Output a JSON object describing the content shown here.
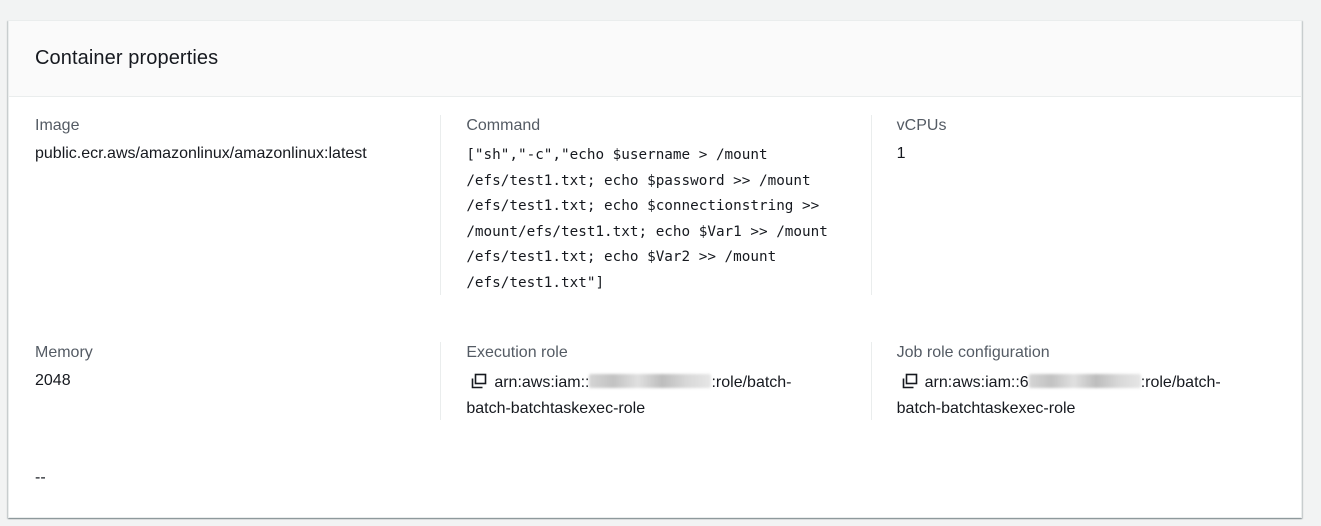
{
  "panel": {
    "title": "Container properties"
  },
  "image": {
    "label": "Image",
    "value": "public.ecr.aws/amazonlinux/amazonlinux:latest"
  },
  "command": {
    "label": "Command",
    "lines": [
      "[\"sh\",\"-c\",\"echo $username > /mount",
      "/efs/test1.txt; echo $password >> /mount",
      "/efs/test1.txt; echo $connectionstring >>",
      "/mount/efs/test1.txt; echo $Var1 >> /mount",
      "/efs/test1.txt; echo $Var2 >> /mount",
      "/efs/test1.txt\"]"
    ]
  },
  "vcpus": {
    "label": "vCPUs",
    "value": "1"
  },
  "memory": {
    "label": "Memory",
    "value": "2048"
  },
  "execution_role": {
    "label": "Execution role",
    "icon": "copy-icon",
    "arn_prefix": "arn:aws:iam::",
    "arn_suffix": ":role/batch-",
    "line2": "batch-batchtaskexec-role"
  },
  "job_role": {
    "label": "Job role configuration",
    "icon": "copy-icon",
    "arn_prefix": "arn:aws:iam::6",
    "arn_suffix": ":role/batch-",
    "line2": "batch-batchtaskexec-role"
  },
  "extra": {
    "value": "--"
  }
}
